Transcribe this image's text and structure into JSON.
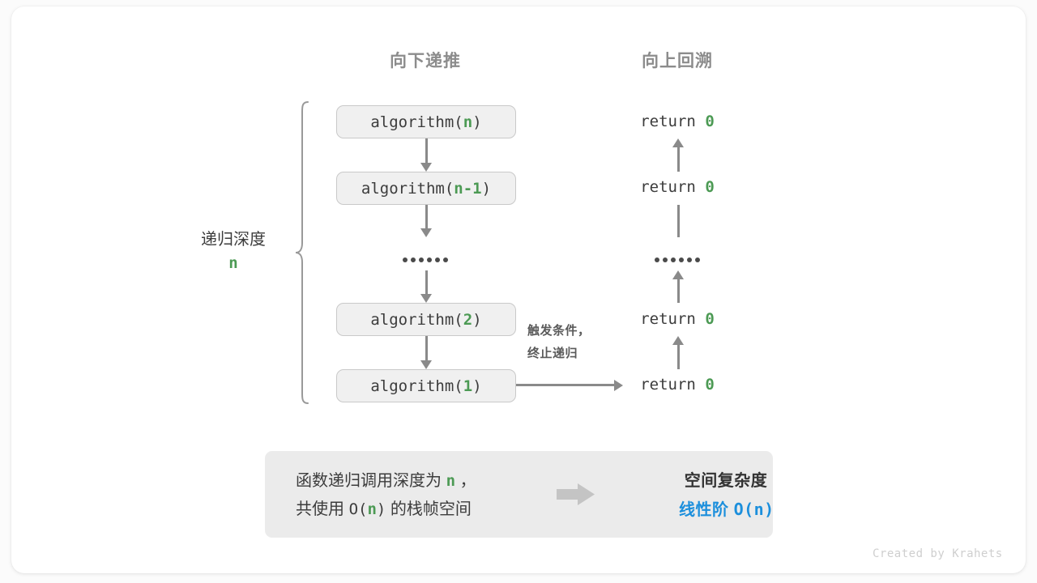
{
  "colors": {
    "accent_green": "#4c9a54",
    "accent_blue": "#1c8fdc",
    "arrow_gray": "#8a8a8a",
    "box_fill": "#f0f0f0",
    "box_border": "#c9c9c9",
    "panel_fill": "#ebebeb",
    "text_dark": "#3c3c3c",
    "header_gray": "#8c8c8c"
  },
  "headers": {
    "down": "向下递推",
    "up": "向上回溯"
  },
  "depth": {
    "label": "递归深度",
    "value": "n"
  },
  "call_stack": [
    {
      "prefix": "algorithm(",
      "arg": "n",
      "suffix": ")"
    },
    {
      "prefix": "algorithm(",
      "arg": "n-1",
      "suffix": ")"
    },
    {
      "prefix": "algorithm(",
      "arg": "2",
      "suffix": ")"
    },
    {
      "prefix": "algorithm(",
      "arg": "1",
      "suffix": ")"
    }
  ],
  "ellipsis": "••••••",
  "returns": [
    {
      "keyword": "return",
      "value": "0"
    },
    {
      "keyword": "return",
      "value": "0"
    },
    {
      "keyword": "return",
      "value": "0"
    },
    {
      "keyword": "return",
      "value": "0"
    }
  ],
  "terminate_note": {
    "line1": "触发条件，",
    "line2": "终止递归"
  },
  "summary": {
    "left_line1_a": "函数递归调用深度为",
    "left_line1_hl": "n",
    "left_line1_b": "，",
    "left_line2_a": "共使用",
    "left_line2_mono_a": "O(",
    "left_line2_hl": "n",
    "left_line2_mono_b": ")",
    "left_line2_b": "的栈帧空间",
    "right_title": "空间复杂度",
    "right_value_text": "线性阶",
    "right_value_mono": "O(n)"
  },
  "watermark": "Created by Krahets"
}
